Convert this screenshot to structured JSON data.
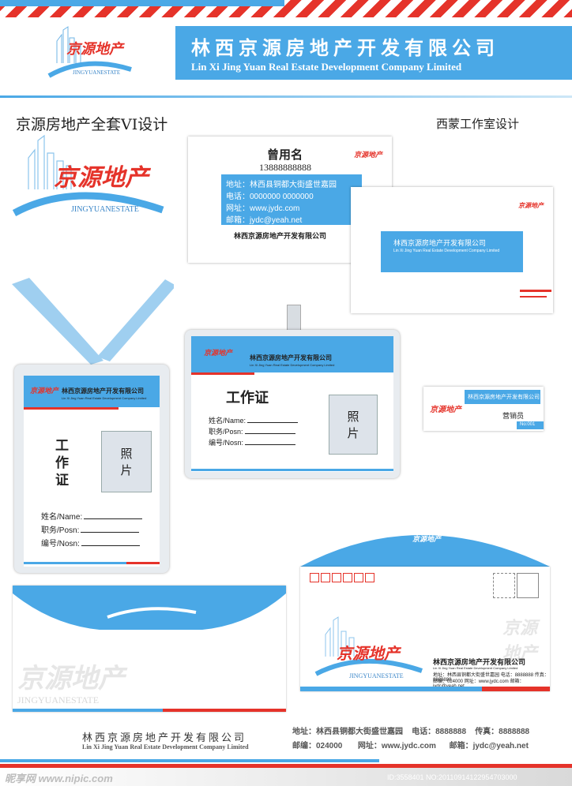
{
  "header": {
    "company_cn": "林西京源房地产开发有限公司",
    "company_en": "Lin Xi Jing Yuan Real Estate Development Company Limited"
  },
  "logo": {
    "name": "京源地产",
    "sub": "JINGYUANESTATE"
  },
  "title": "京源房地产全套VI设计",
  "studio": "西蒙工作室设计",
  "business_card": {
    "person": "曾用名",
    "phone": "13888888888",
    "address_line": "地址：林西县铜都大街盛世嘉园",
    "tel_line": "电话：0000000   0000000",
    "web_line": "网址：www.jydc.com",
    "mail_line": "邮箱：jydc@yeah.net",
    "company": "林西京源房地产开发有限公司"
  },
  "card_back": {
    "company": "林西京源房地产开发有限公司",
    "company_en": "Lin Xi Jing Yuan Real Estate Development Company Limited"
  },
  "badge_h": {
    "company": "林西京源房地产开发有限公司",
    "company_en": "Lin Xi Jing Yuan Real Estate Development Company Limited",
    "title": "工作证",
    "photo": "照片",
    "name_label": "姓名/Name:",
    "position_label": "职务/Posn:",
    "number_label": "编号/Nosn:"
  },
  "badge_v": {
    "company": "林西京源房地产开发有限公司",
    "company_en": "Lin Xi Jing Yuan Real Estate Development Company Limited",
    "title_1": "工",
    "title_2": "作",
    "title_3": "证",
    "photo_1": "照",
    "photo_2": "片",
    "name_label": "姓名/Name:",
    "position_label": "职务/Posn:",
    "number_label": "编号/Nosn:"
  },
  "name_tag": {
    "company": "林西京源房地产开发有限公司",
    "role": "营销员",
    "number": "No:001"
  },
  "envelope": {
    "company": "林西京源房地产开发有限公司",
    "company_en": "Lin Xi Jing Yuan Real Estate Development Company Limited",
    "address": "地址：林西县铜都大街盛世嘉园",
    "tel": "电话：8888888",
    "fax": "传真：8888888",
    "post": "邮编：024000",
    "web": "网址：www.jydc.com",
    "mail": "邮箱：jydc@yeah.net"
  },
  "footer": {
    "company_cn": "林西京源房地产开发有限公司",
    "company_en": "Lin Xi Jing Yuan Real Estate Development Company Limited",
    "address": "地址：林西县铜都大街盛世嘉园",
    "tel": "电话：8888888",
    "fax": "传真：8888888",
    "post": "邮编：024000",
    "web": "网址：www.jydc.com",
    "mail": "邮箱：jydc@yeah.net"
  },
  "watermark": {
    "site": "昵享网 www.nipic.com",
    "id": "ID:3558401 NO:20110914122954703000"
  },
  "colors": {
    "brand_blue": "#4aa8e6",
    "brand_red": "#e5332a"
  }
}
